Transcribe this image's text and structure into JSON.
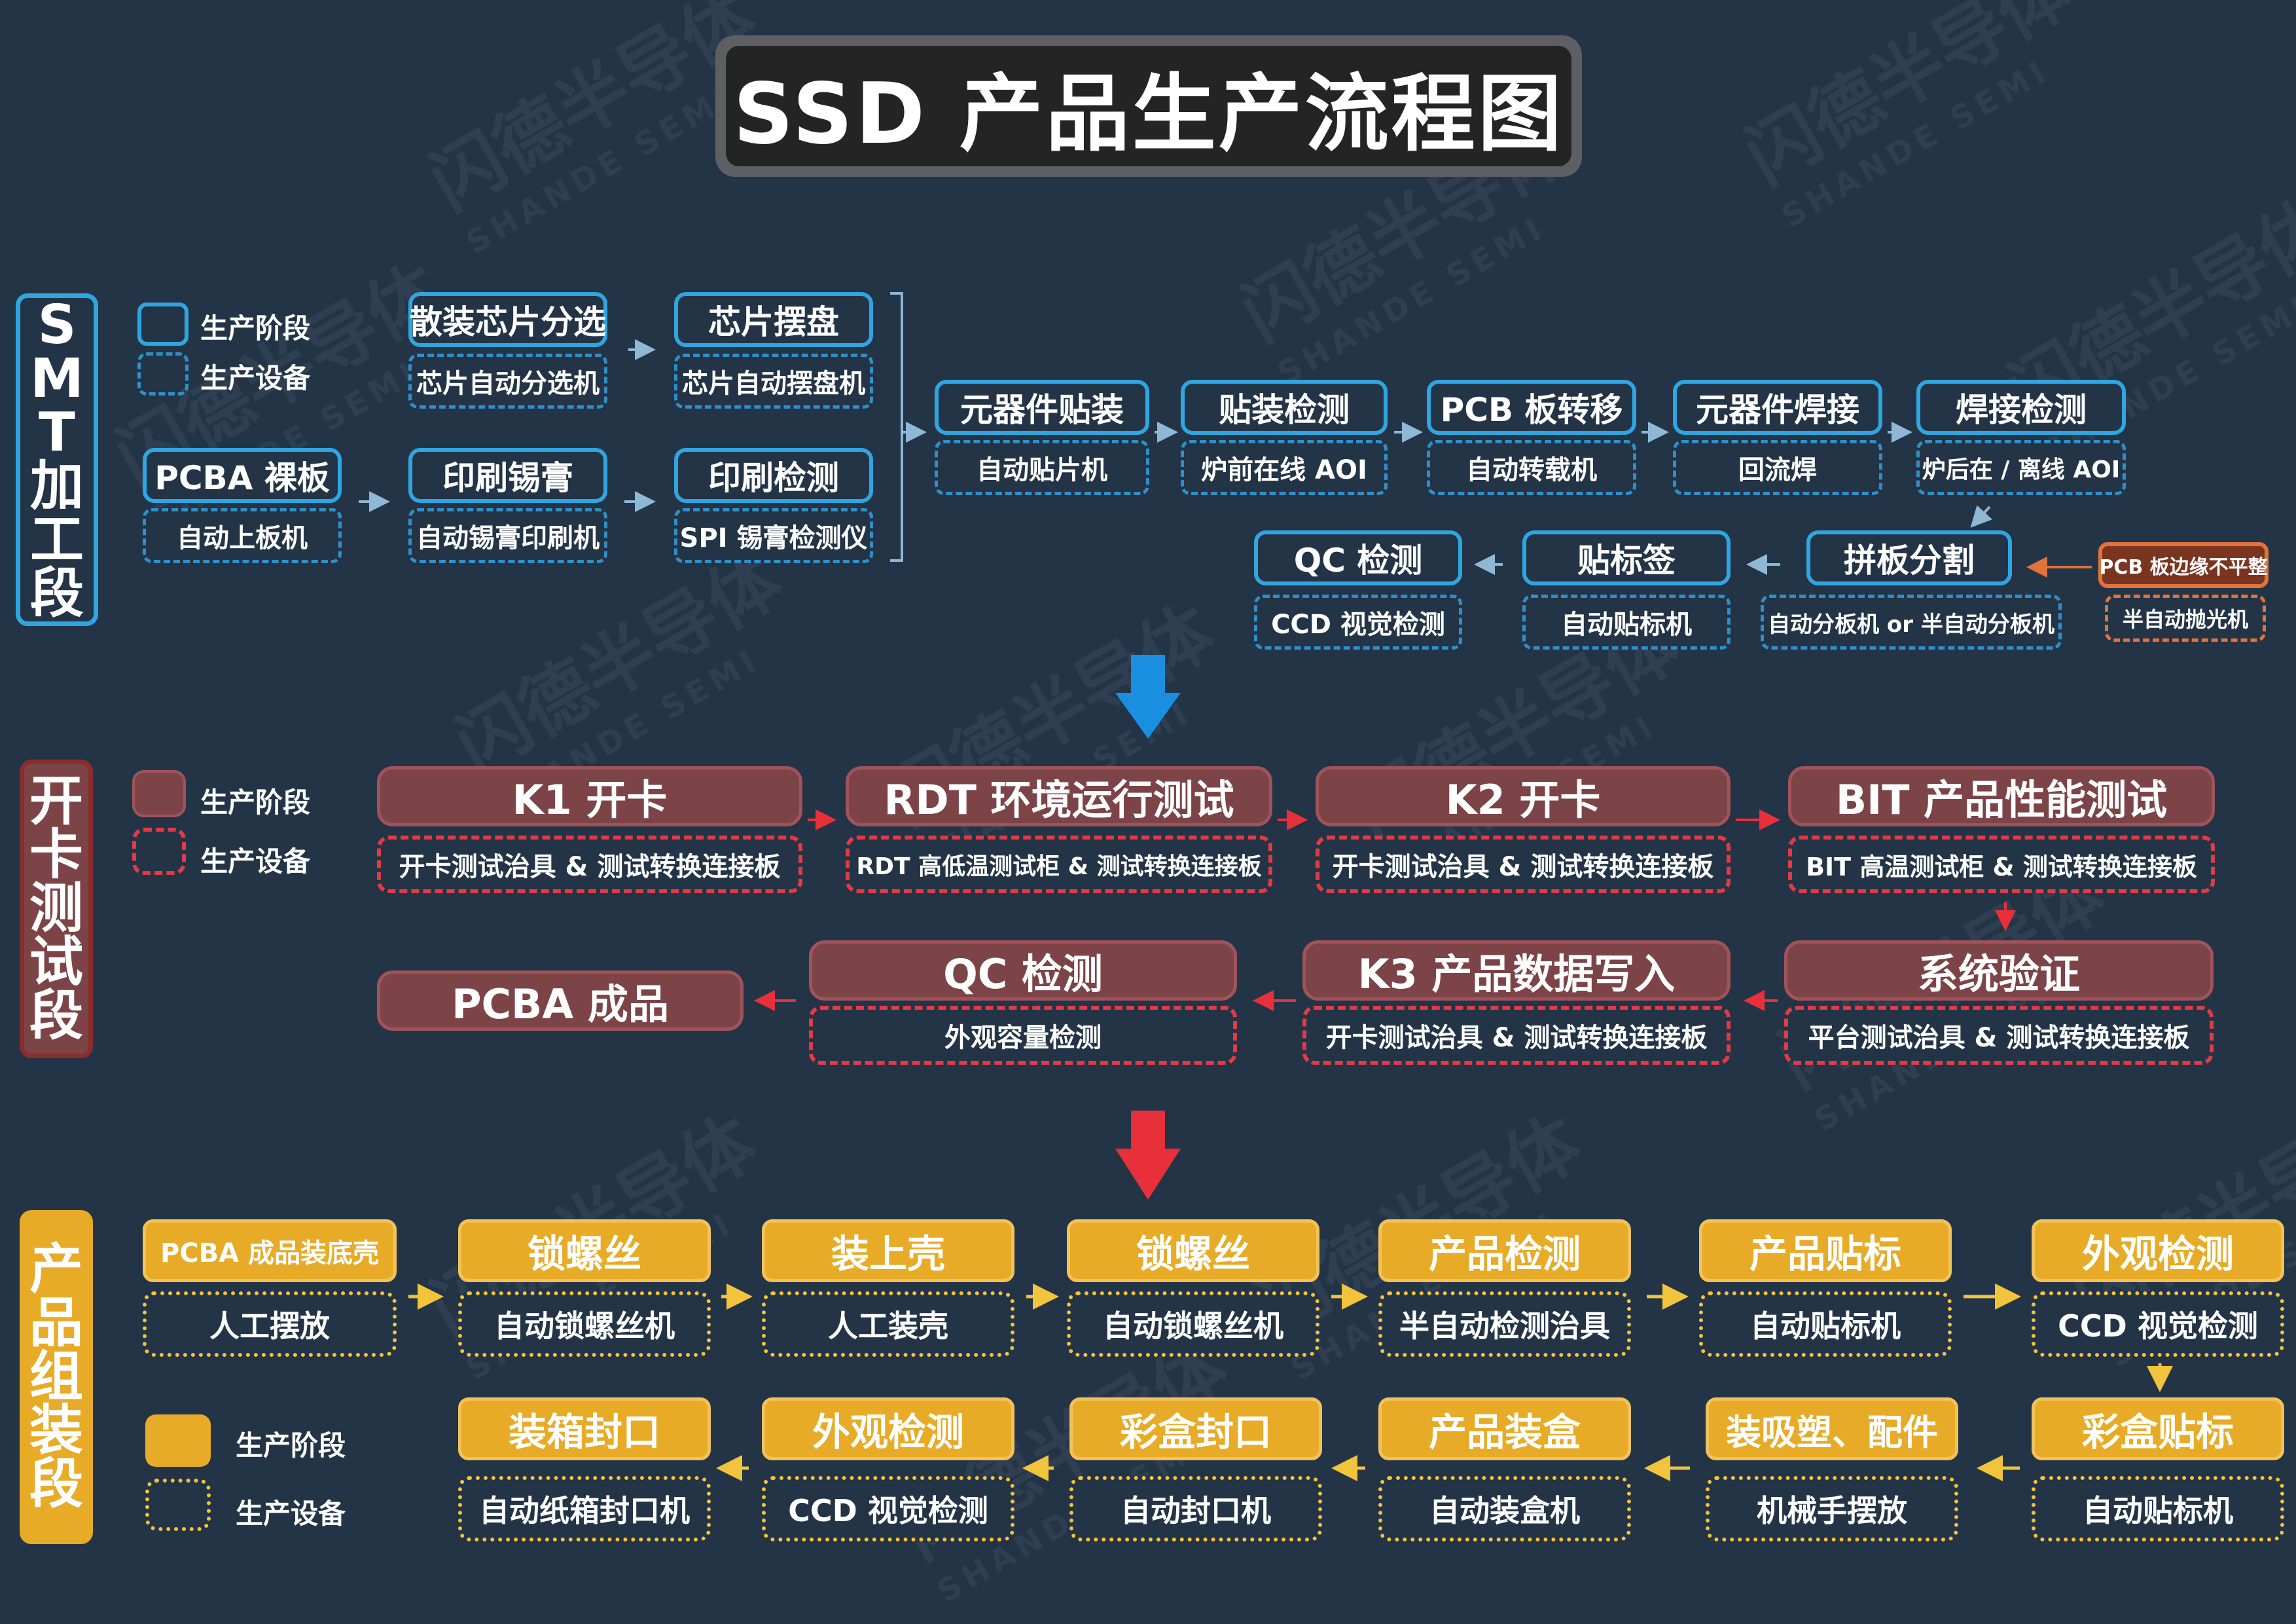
{
  "title": "SSD 产品生产流程图",
  "watermark": {
    "cn": "闪德半导体",
    "en": "SHANDE SEMI"
  },
  "colors": {
    "smt_border": "#2fa6e0",
    "kai_fill": "#7d4448",
    "kai_dash": "#e33a44",
    "product_fill": "#e7ab27",
    "background": "#233447",
    "smt_arrow": "#1a8fe0",
    "kai_arrow": "#e8303a"
  },
  "sections": {
    "smt": {
      "label": [
        "S",
        "M",
        "T",
        "加",
        "工",
        "段"
      ],
      "legend": {
        "stage": "生产阶段",
        "equipment": "生产设备"
      },
      "steps": [
        {
          "stage": "散装芯片分选",
          "equipment": "芯片自动分选机"
        },
        {
          "stage": "芯片摆盘",
          "equipment": "芯片自动摆盘机"
        },
        {
          "stage": "PCBA 裸板",
          "equipment": "自动上板机"
        },
        {
          "stage": "印刷锡膏",
          "equipment": "自动锡膏印刷机"
        },
        {
          "stage": "印刷检测",
          "equipment": "SPI 锡膏检测仪"
        },
        {
          "stage": "元器件贴装",
          "equipment": "自动贴片机"
        },
        {
          "stage": "贴装检测",
          "equipment": "炉前在线 AOI"
        },
        {
          "stage": "PCB 板转移",
          "equipment": "自动转载机"
        },
        {
          "stage": "元器件焊接",
          "equipment": "回流焊"
        },
        {
          "stage": "焊接检测",
          "equipment": "炉后在 / 离线 AOI"
        },
        {
          "stage": "拼板分割",
          "equipment": "自动分板机 or 半自动分板机"
        },
        {
          "stage": "贴标签",
          "equipment": "自动贴标机"
        },
        {
          "stage": "QC 检测",
          "equipment": "CCD 视觉检测"
        }
      ],
      "side_note": {
        "stage": "PCB 板边缘不平整",
        "equipment": "半自动抛光机"
      }
    },
    "kaika": {
      "label": [
        "开",
        "卡",
        "测",
        "试",
        "段"
      ],
      "legend": {
        "stage": "生产阶段",
        "equipment": "生产设备"
      },
      "steps": [
        {
          "stage": "K1 开卡",
          "equipment": "开卡测试治具 & 测试转换连接板"
        },
        {
          "stage": "RDT 环境运行测试",
          "equipment": "RDT 高低温测试柜 & 测试转换连接板"
        },
        {
          "stage": "K2 开卡",
          "equipment": "开卡测试治具 & 测试转换连接板"
        },
        {
          "stage": "BIT 产品性能测试",
          "equipment": "BIT 高温测试柜 & 测试转换连接板"
        },
        {
          "stage": "系统验证",
          "equipment": "平台测试治具 & 测试转换连接板"
        },
        {
          "stage": "K3 产品数据写入",
          "equipment": "开卡测试治具 & 测试转换连接板"
        },
        {
          "stage": "QC 检测",
          "equipment": "外观容量检测"
        },
        {
          "stage": "PCBA 成品"
        }
      ]
    },
    "assembly": {
      "label": [
        "产",
        "品",
        "组",
        "装",
        "段"
      ],
      "legend": {
        "stage": "生产阶段",
        "equipment": "生产设备"
      },
      "steps": [
        {
          "stage": "PCBA 成品装底壳",
          "equipment": "人工摆放"
        },
        {
          "stage": "锁螺丝",
          "equipment": "自动锁螺丝机"
        },
        {
          "stage": "装上壳",
          "equipment": "人工装壳"
        },
        {
          "stage": "锁螺丝",
          "equipment": "自动锁螺丝机"
        },
        {
          "stage": "产品检测",
          "equipment": "半自动检测治具"
        },
        {
          "stage": "产品贴标",
          "equipment": "自动贴标机"
        },
        {
          "stage": "外观检测",
          "equipment": "CCD 视觉检测"
        },
        {
          "stage": "彩盒贴标",
          "equipment": "自动贴标机"
        },
        {
          "stage": "装吸塑、配件",
          "equipment": "机械手摆放"
        },
        {
          "stage": "产品装盒",
          "equipment": "自动装盒机"
        },
        {
          "stage": "彩盒封口",
          "equipment": "自动封口机"
        },
        {
          "stage": "外观检测",
          "equipment": "CCD 视觉检测"
        },
        {
          "stage": "装箱封口",
          "equipment": "自动纸箱封口机"
        }
      ]
    }
  }
}
